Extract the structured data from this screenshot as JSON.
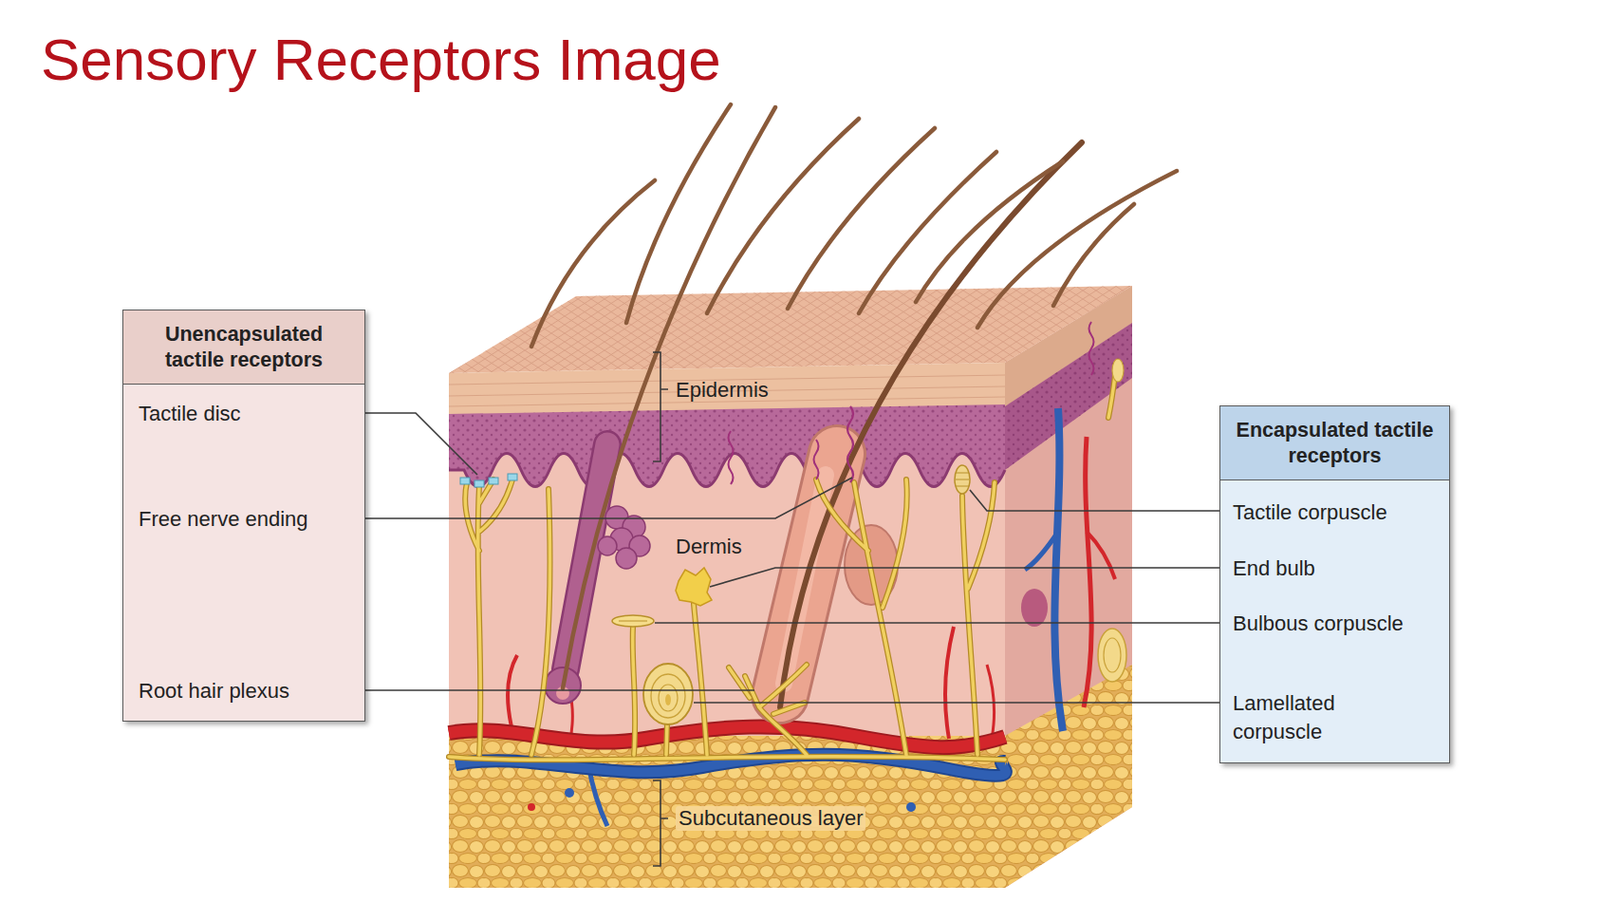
{
  "diagram": {
    "title": "Sensory Receptors Image",
    "nodes": [
      {
        "text": [
          "Unencapsulated tactile receptors",
          "Tactile disc",
          "Free nerve ending",
          "Root hair plexus"
        ]
      },
      {
        "text": [
          "Encapsulated tactile receptors",
          "Tactile corpuscle",
          "End bulb",
          "Bulbous corpuscle",
          "Lamellated corpuscle"
        ]
      }
    ],
    "labels": [
      "Epidermis",
      "Dermis",
      "Subcutaneous layer"
    ]
  }
}
